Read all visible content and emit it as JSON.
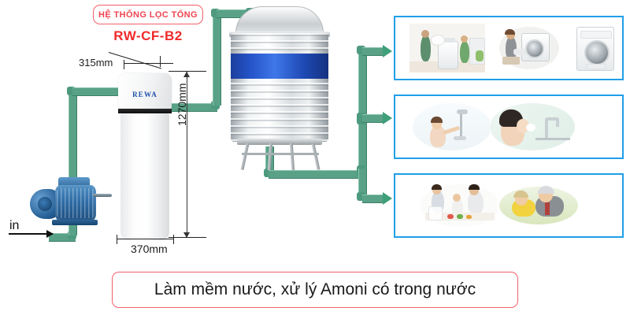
{
  "product": {
    "system_tag": "HỆ THỐNG LỌC TỔNG",
    "model": "RW-CF-B2",
    "brand": "REWA"
  },
  "dimensions": {
    "width_top": "315mm",
    "height": "1270mm",
    "width_base": "370mm"
  },
  "inlet": {
    "label": "in"
  },
  "banner": {
    "text": "Làm mềm nước, xử lý Amoni có trong nước"
  },
  "colors": {
    "pipe_green": "#59a287",
    "arrow_green": "#3f9f79",
    "panel_border_blue": "#1f9fe8",
    "label_red": "#ef2b2b",
    "tag_border_red": "#f2606a",
    "brand_blue": "#1b4fa8",
    "tank_blue_band": "#2554c8",
    "pump_blue": "#2f6ca6"
  },
  "usage_panels": [
    {
      "name": "laundry",
      "photos": [
        "woman-loading-top-load-washer-with-child",
        "woman-loading-front-load-washer",
        "front-load-washing-machine"
      ]
    },
    {
      "name": "bathing",
      "photos": [
        "child-under-shower-head",
        "woman-washing-face-at-faucet"
      ]
    },
    {
      "name": "cooking-and-family",
      "photos": [
        "family-preparing-food-in-kitchen",
        "elderly-couple-lying-on-grass"
      ]
    }
  ],
  "equipment": {
    "pump": "water-pump",
    "filter_unit": "whole-house-filter-tank",
    "storage_tank": "stainless-steel-water-tank"
  }
}
